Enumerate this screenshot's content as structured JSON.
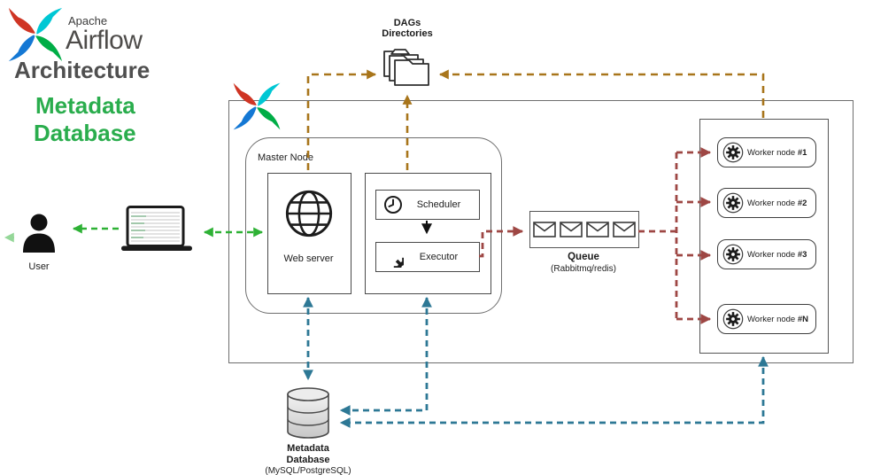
{
  "header": {
    "apache": "Apache",
    "airflow": "Airflow",
    "title": "Architecture",
    "subtitle_line1": "Metadata",
    "subtitle_line2": "Database"
  },
  "dags": {
    "line1": "DAGs",
    "line2": "Directories"
  },
  "user": {
    "label": "User"
  },
  "master_node": {
    "label": "Master Node",
    "web_server_label": "Web server",
    "scheduler_label": "Scheduler",
    "executor_label": "Executor"
  },
  "queue": {
    "label": "Queue",
    "sublabel": "(Rabbitmq/redis)"
  },
  "workers": {
    "items": [
      {
        "prefix": "Worker node ",
        "suffix": "#1"
      },
      {
        "prefix": "Worker node ",
        "suffix": "#2"
      },
      {
        "prefix": "Worker node ",
        "suffix": "#3"
      },
      {
        "prefix": "Worker node ",
        "suffix": "#N"
      }
    ]
  },
  "database": {
    "line1": "Metadata",
    "line2": "Database",
    "sublabel": "(MySQL/PostgreSQL)"
  },
  "colors": {
    "green": "#2eb135",
    "brown": "#a8751b",
    "red": "#9e4744",
    "blue": "#2d7895",
    "title_green": "#2aad4d",
    "title_gray": "#4f4f4f"
  }
}
